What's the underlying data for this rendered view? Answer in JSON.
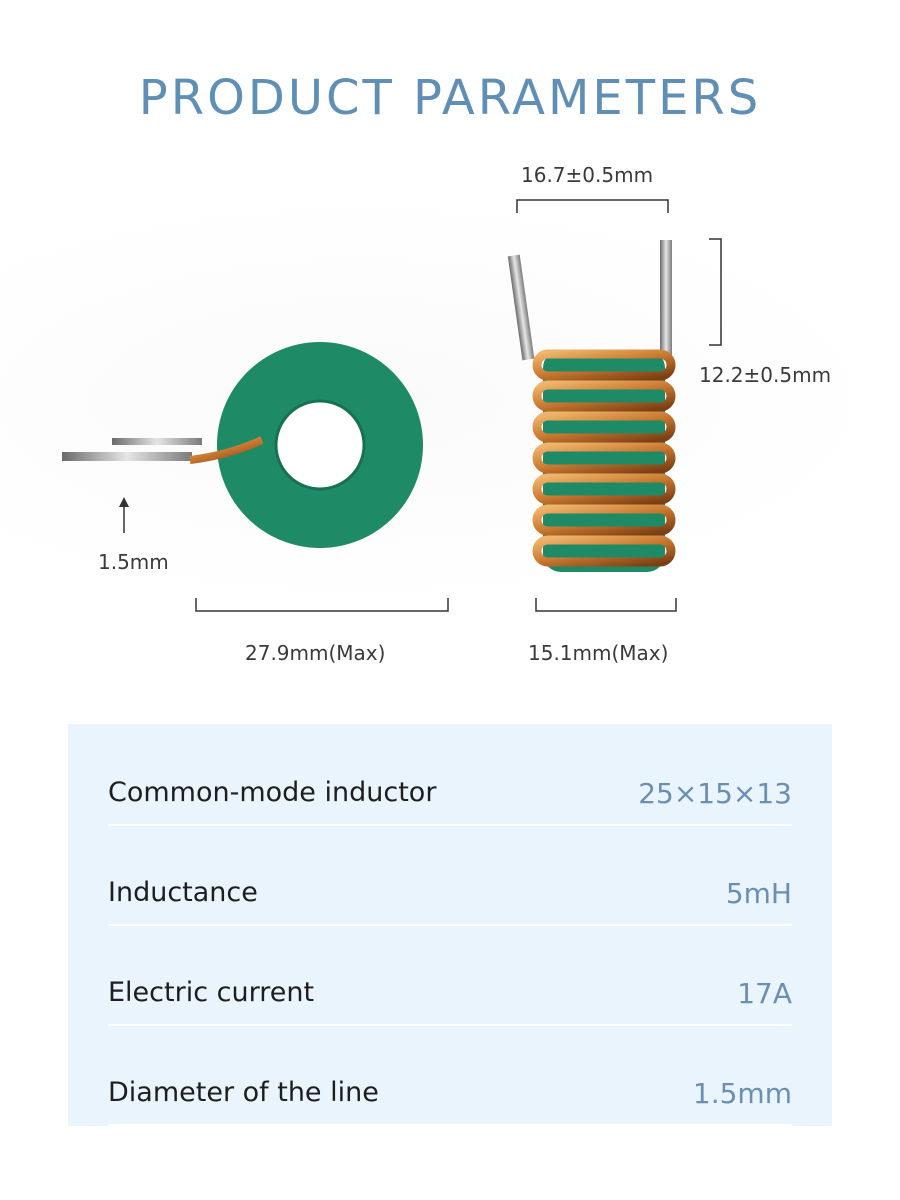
{
  "title": "PRODUCT PARAMETERS",
  "dimensions": {
    "top_width": "16.7±0.5mm",
    "height": "12.2±0.5mm",
    "wire": "1.5mm",
    "toroid_width": "27.9mm(Max)",
    "side_width": "15.1mm(Max)"
  },
  "specs": [
    {
      "name": "Common-mode inductor",
      "value": "25×15×13"
    },
    {
      "name": "Inductance",
      "value": "5mH"
    },
    {
      "name": "Electric current",
      "value": "17A"
    },
    {
      "name": "Diameter of the line",
      "value": "1.5mm"
    }
  ],
  "colors": {
    "title": "#5f8fb4",
    "value": "#6b8fb2",
    "panel": "#eaf4fc",
    "core_green": "#1f8a66",
    "copper": "#c9782f"
  }
}
